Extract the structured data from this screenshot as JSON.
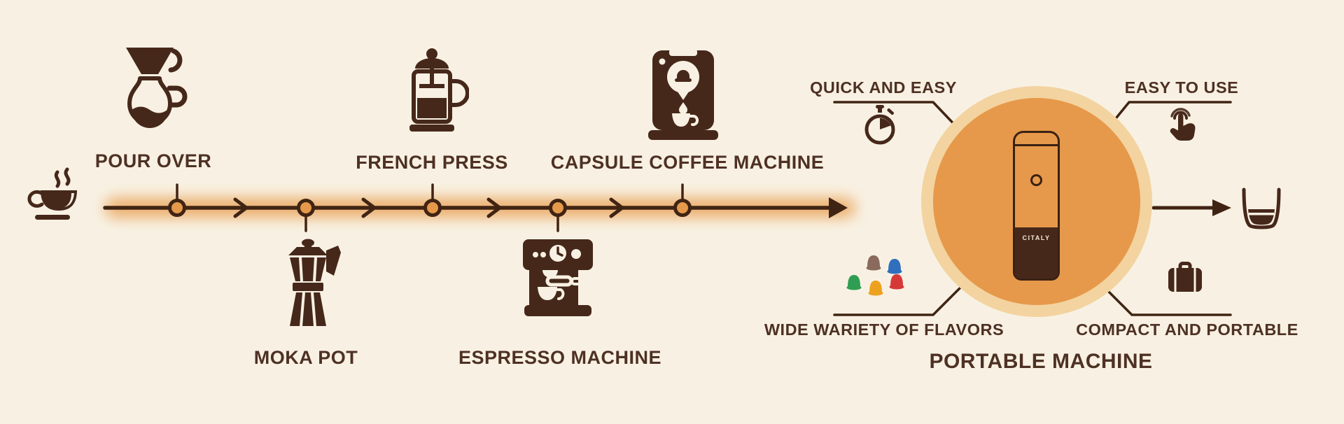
{
  "infographic": {
    "subject": "coffee brewing methods timeline",
    "timeline": {
      "start_icon": "coffee-cup-icon",
      "methods": [
        {
          "label": "POUR OVER",
          "icon": "pour-over-icon",
          "position": "above"
        },
        {
          "label": "MOKA POT",
          "icon": "moka-pot-icon",
          "position": "below"
        },
        {
          "label": "FRENCH PRESS",
          "icon": "french-press-icon",
          "position": "above"
        },
        {
          "label": "ESPRESSO MACHINE",
          "icon": "espresso-machine-icon",
          "position": "below"
        },
        {
          "label": "CAPSULE COFFEE MACHINE",
          "icon": "capsule-coffee-machine-icon",
          "position": "above"
        }
      ]
    },
    "portable": {
      "title": "PORTABLE MACHINE",
      "device_brand": "CITALY",
      "features": [
        {
          "label": "QUICK AND EASY",
          "icon": "stopwatch-icon",
          "corner": "top-left"
        },
        {
          "label": "EASY TO USE",
          "icon": "tap-finger-icon",
          "corner": "top-right"
        },
        {
          "label": "WIDE WARIETY OF FLAVORS",
          "icon": "coffee-capsules-icon",
          "corner": "bottom-left"
        },
        {
          "label": "COMPACT AND PORTABLE",
          "icon": "briefcase-icon",
          "corner": "bottom-right"
        }
      ],
      "output_icon": "espresso-glass-icon"
    },
    "colors": {
      "background": "#f8f1e3",
      "icon_brown": "#46281a",
      "line_brown": "#402413",
      "text_brown": "#4e3124",
      "accent_orange": "#e6994a",
      "circle_ring": "#f3d3a0",
      "glow_orange": "#e89b4c",
      "capsule_colors": [
        "#8a6a5c",
        "#2f6fbe",
        "#2f9e52",
        "#eda21f",
        "#d63838"
      ]
    }
  }
}
